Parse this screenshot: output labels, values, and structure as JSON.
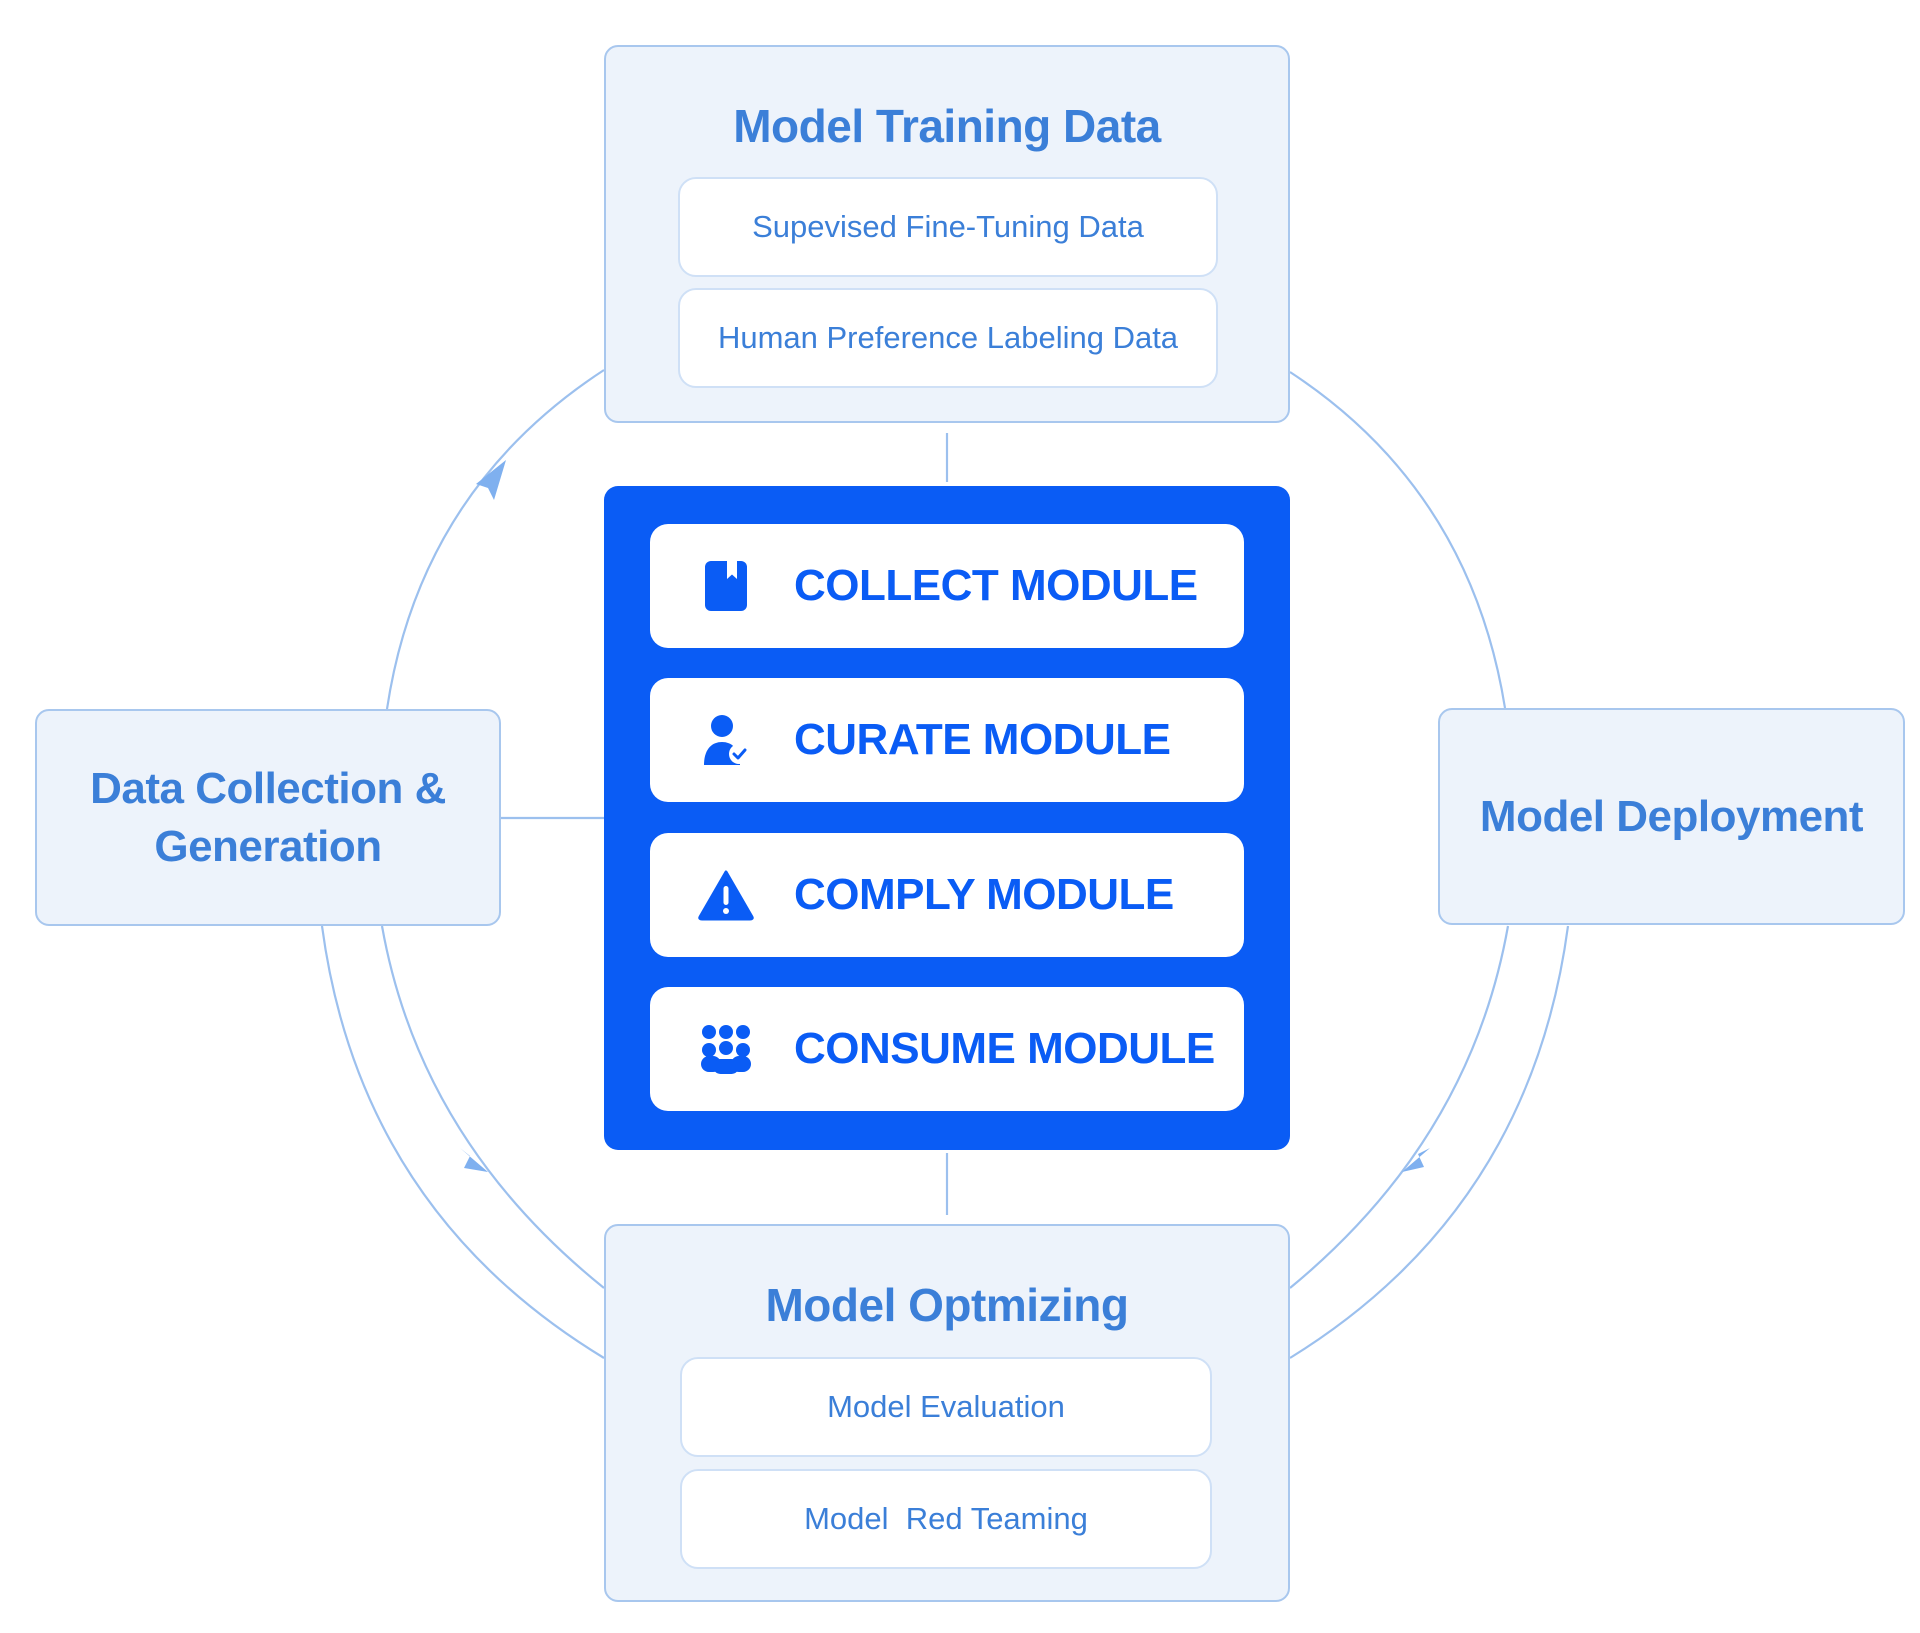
{
  "colors": {
    "accent": "#0a5cf5",
    "text_blue": "#3b7fd8",
    "box_fill": "#edf3fb",
    "box_border": "#a8c7ee",
    "connector": "#9cc0ee"
  },
  "model_training": {
    "title": "Model Training Data",
    "items": [
      "Supevised Fine-Tuning Data",
      "Human Preference Labeling Data"
    ]
  },
  "data_collection": {
    "title_line1": "Data Collection &",
    "title_line2": "Generation"
  },
  "model_deployment": {
    "title": "Model Deployment"
  },
  "model_optimizing": {
    "title": "Model Optmizing",
    "items": [
      "Model Evaluation",
      "Model  Red Teaming"
    ]
  },
  "core_modules": [
    {
      "label": "COLLECT MODULE",
      "icon": "bookmark-book-icon"
    },
    {
      "label": "CURATE MODULE",
      "icon": "user-check-icon"
    },
    {
      "label": "COMPLY MODULE",
      "icon": "warning-triangle-icon"
    },
    {
      "label": "CONSUME MODULE",
      "icon": "people-group-icon"
    }
  ]
}
